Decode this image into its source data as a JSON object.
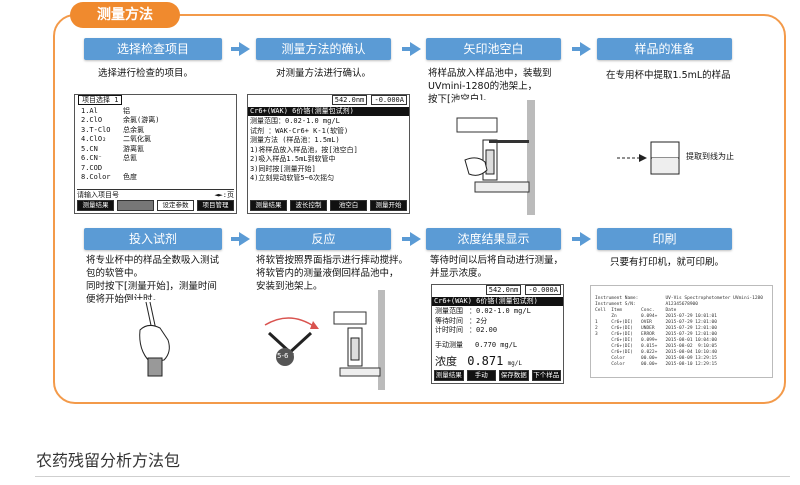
{
  "section_tag": "测量方法",
  "steps": [
    {
      "title": "选择检查项目",
      "desc": [
        "选择进行检查的项目。"
      ]
    },
    {
      "title": "测量方法的确认",
      "desc": [
        "对测量方法进行确认。"
      ]
    },
    {
      "title": "矢印池空白",
      "desc": [
        "将样品放入样品池中，装载到",
        "UVmini-1280的池架上，",
        "按下[池空白]。"
      ]
    },
    {
      "title": "样品的准备",
      "desc": [
        "在专用杯中提取1.5mL的样品"
      ]
    },
    {
      "title": "投入试剂",
      "desc": [
        "将专业杯中的样品全数吸入测试",
        "包的软管中。",
        "同时按下[测量开始]，测量时间",
        "便将开始倒计时。"
      ]
    },
    {
      "title": "反应",
      "desc": [
        "将软管按照界面指示进行摔动搅拌。",
        "将软管内的测量液倒回样品池中，",
        "安装到池架上。"
      ]
    },
    {
      "title": "浓度结果显示",
      "desc": [
        "等待时间以后将自动进行测量，",
        "并显示浓度。"
      ]
    },
    {
      "title": "印刷",
      "desc": [
        "只要有打印机，就可印刷。"
      ]
    }
  ],
  "screen1": {
    "header": "项目选择 1",
    "items": [
      {
        "code": "1.Al",
        "name": "铝"
      },
      {
        "code": "2.ClO",
        "name": "余氯(游离)"
      },
      {
        "code": "3.T-ClO",
        "name": "总余氯"
      },
      {
        "code": "4.ClO₂",
        "name": "二氧化氯"
      },
      {
        "code": "5.CN",
        "name": "游离氰"
      },
      {
        "code": "6.CN⁻",
        "name": "总氰"
      },
      {
        "code": "7.COD",
        "name": ""
      },
      {
        "code": "8.Color",
        "name": "色度"
      }
    ],
    "prompt": "请输入项目号",
    "page": "◄►:页",
    "softkeys": [
      "测量结果",
      "",
      "设定参数",
      "项目管理"
    ]
  },
  "screen2": {
    "wavelength": "542.0nm",
    "abs": "-0.000A",
    "header": "Cr6+(WAK)  6价铬(测量包试剂)",
    "lines": [
      "测量范围：0.02-1.0 mg/L",
      "试剂    ：WAK-Cr6+ K-1(软管)",
      "测量方法  (样品池：1.5mL)",
      " 1)将样品放入样品池，按[池空白]",
      " 2)吸入样品1.5mL到软管中",
      " 3)同时按[测量开始]",
      " 4)立刻晃动软管5~6次摇匀"
    ],
    "softkeys": [
      "测量结果",
      "波长控制",
      "池空白",
      "测量开始"
    ]
  },
  "screen3": {
    "wavelength": "542.0nm",
    "abs": "-0.000A",
    "header": "Cr6+(WAK)  6价铬(测量包试剂)",
    "rows": [
      {
        "label": "测量范围",
        "value": "：0.02-1.0 mg/L"
      },
      {
        "label": "等待时间",
        "value": "：2分"
      },
      {
        "label": "计时时间",
        "value": "：02.00"
      }
    ],
    "manual_label": "手动测量",
    "manual_value": "0.770  mg/L",
    "conc_label": "浓度",
    "conc_value": "0.871",
    "conc_unit": "mg/L",
    "softkeys": [
      "测量结果",
      "手动",
      "保存数据",
      "下个样品"
    ]
  },
  "sample_note": "提取到线为止",
  "tube_number": "5-6",
  "printout": {
    "lines": [
      "Instrument Name:          UV-Vis Spectrophotometer UVmini-1280",
      "Instrument S/N:           A12345678900",
      "",
      "Cell  Item       Conc.    Date",
      "      Zn         0.094+   2015-07-29 10:01:01",
      "1     Cr6+(DI)   OVER     2015-07-29 12:01:00",
      "2     Cr6+(DI)   UNDER    2015-07-29 12:01:00",
      "3     Cr6+(DI)   ERROR    2015-07-29 12:01:00",
      "      Cr6+(DI)   0.099+   2015-08-01 10:04:00",
      "      Cr6+(DI)   0.015+   2015-08-02  9:10:05",
      "      Cr6+(DI)   0.022+   2015-08-04 10:10:40",
      "      Color      00.00+   2015-08-09 13:29:15",
      "      Color      00.00+   2015-08-10 12:29:15"
    ]
  },
  "bottom_title": "农药残留分析方法包",
  "colors": {
    "accent_orange": "#f08a2e",
    "step_blue": "#5b9bd5"
  }
}
